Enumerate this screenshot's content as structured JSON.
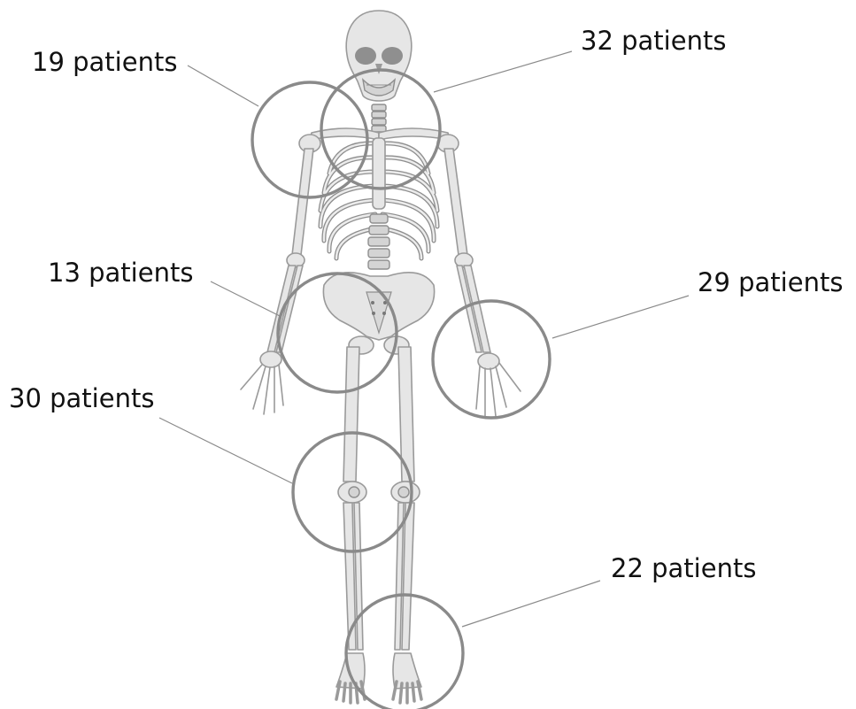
{
  "callouts": [
    {
      "id": "neck-shoulder-right",
      "label": "19 patients"
    },
    {
      "id": "neck-shoulder-left",
      "label": "32 patients"
    },
    {
      "id": "hip-right",
      "label": "13 patients"
    },
    {
      "id": "hand-left",
      "label": "29 patients"
    },
    {
      "id": "knee-right",
      "label": "30 patients"
    },
    {
      "id": "foot-left",
      "label": "22 patients"
    }
  ],
  "colors": {
    "ring": "#8a8a8a",
    "bone_fill": "#e6e6e6",
    "bone_stroke": "#9a9a9a",
    "text": "#111111"
  }
}
